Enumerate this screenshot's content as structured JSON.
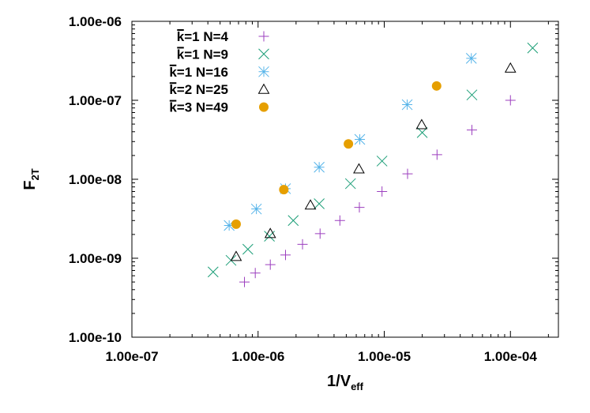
{
  "chart_data": {
    "type": "scatter",
    "xscale": "log",
    "yscale": "log",
    "xlim": [
      1e-07,
      0.00024
    ],
    "ylim": [
      1e-10,
      1e-06
    ],
    "xlabel": {
      "main": "1/V",
      "sub": "eff"
    },
    "ylabel": {
      "main": "F",
      "sub": "2T"
    },
    "xticks": [
      {
        "value": 1e-07,
        "label": "1.00e-07"
      },
      {
        "value": 1e-06,
        "label": "1.00e-06"
      },
      {
        "value": 1e-05,
        "label": "1.00e-05"
      },
      {
        "value": 0.0001,
        "label": "1.00e-04"
      }
    ],
    "yticks": [
      {
        "value": 1e-10,
        "label": "1.00e-10"
      },
      {
        "value": 1e-09,
        "label": "1.00e-09"
      },
      {
        "value": 1e-08,
        "label": "1.00e-08"
      },
      {
        "value": 1e-07,
        "label": "1.00e-07"
      },
      {
        "value": 1e-06,
        "label": "1.00e-06"
      }
    ],
    "grid": false,
    "legend_position": "top-left",
    "series": [
      {
        "name": "k=1 N=4",
        "marker": "plus",
        "color": "#9c3fbf",
        "points": [
          [
            7.8e-07,
            5e-10
          ],
          [
            9.5e-07,
            6.5e-10
          ],
          [
            1.25e-06,
            8.3e-10
          ],
          [
            1.65e-06,
            1.1e-09
          ],
          [
            2.25e-06,
            1.5e-09
          ],
          [
            3.1e-06,
            2.05e-09
          ],
          [
            4.45e-06,
            3e-09
          ],
          [
            6.35e-06,
            4.4e-09
          ],
          [
            9.6e-06,
            7e-09
          ],
          [
            1.53e-05,
            1.17e-08
          ],
          [
            2.62e-05,
            2.05e-08
          ],
          [
            4.95e-05,
            4.2e-08
          ],
          [
            0.0001,
            1e-07
          ]
        ]
      },
      {
        "name": "k=1 N=9",
        "marker": "x",
        "color": "#1b9e77",
        "points": [
          [
            4.4e-07,
            6.7e-10
          ],
          [
            6.1e-07,
            9.4e-10
          ],
          [
            8.3e-07,
            1.3e-09
          ],
          [
            1.23e-06,
            1.9e-09
          ],
          [
            1.9e-06,
            3e-09
          ],
          [
            3.05e-06,
            4.9e-09
          ],
          [
            5.4e-06,
            8.8e-09
          ],
          [
            9.6e-06,
            1.7e-08
          ],
          [
            2e-05,
            3.9e-08
          ],
          [
            4.95e-05,
            1.17e-07
          ],
          [
            0.00015,
            4.6e-07
          ]
        ]
      },
      {
        "name": "k=1 N=16",
        "marker": "star",
        "color": "#56b4e9",
        "points": [
          [
            5.9e-07,
            2.6e-09
          ],
          [
            9.7e-07,
            4.2e-09
          ],
          [
            1.65e-06,
            7.6e-09
          ],
          [
            3.05e-06,
            1.42e-08
          ],
          [
            6.4e-06,
            3.2e-08
          ],
          [
            1.52e-05,
            8.8e-08
          ],
          [
            4.9e-05,
            3.4e-07
          ]
        ]
      },
      {
        "name": "k=2 N=25",
        "marker": "triangle",
        "color": "#000000",
        "points": [
          [
            6.7e-07,
            1.05e-09
          ],
          [
            1.25e-06,
            2.05e-09
          ],
          [
            2.6e-06,
            4.7e-09
          ],
          [
            6.3e-06,
            1.35e-08
          ],
          [
            1.98e-05,
            4.9e-08
          ],
          [
            0.0001,
            2.55e-07
          ]
        ]
      },
      {
        "name": "k=3 N=49",
        "marker": "circle",
        "color": "#e69f00",
        "points": [
          [
            6.7e-07,
            2.7e-09
          ],
          [
            1.6e-06,
            7.4e-09
          ],
          [
            5.2e-06,
            2.8e-08
          ],
          [
            2.6e-05,
            1.52e-07
          ]
        ]
      }
    ]
  }
}
